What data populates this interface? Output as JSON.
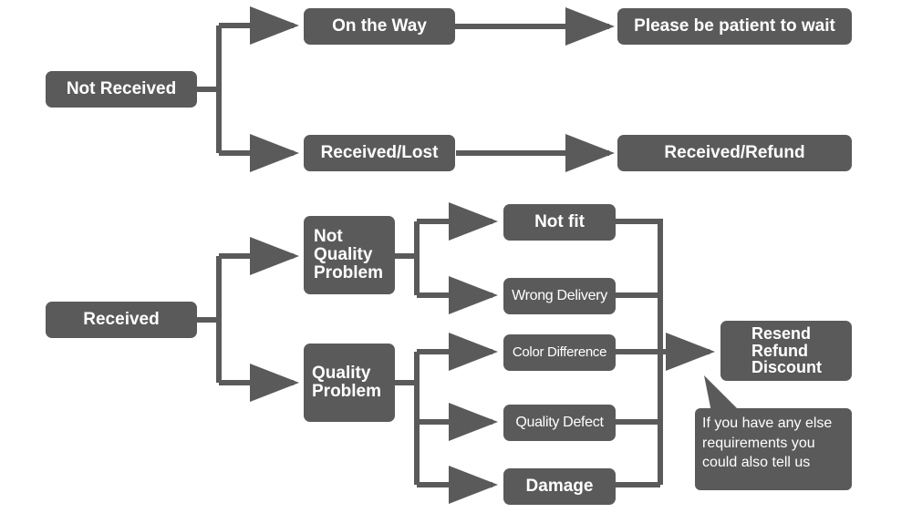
{
  "colors": {
    "box": "#5a5a5a",
    "text": "#ffffff",
    "background": "#ffffff"
  },
  "nodes": {
    "not_received": "Not Received",
    "on_the_way": "On the Way",
    "wait": "Please be patient to wait",
    "received_lost": "Received/Lost",
    "received_refund": "Received/Refund",
    "received": "Received",
    "not_quality_problem": "Not\nQuality\nProblem",
    "quality_problem": "Quality\nProblem",
    "not_fit": "Not fit",
    "wrong_delivery": "Wrong Delivery",
    "color_difference": "Color Difference",
    "quality_defect": "Quality Defect",
    "damage": "Damage",
    "resolution": "Resend\nRefund\nDiscount"
  },
  "note": "If you have any else\nrequirements you\ncould also tell us"
}
